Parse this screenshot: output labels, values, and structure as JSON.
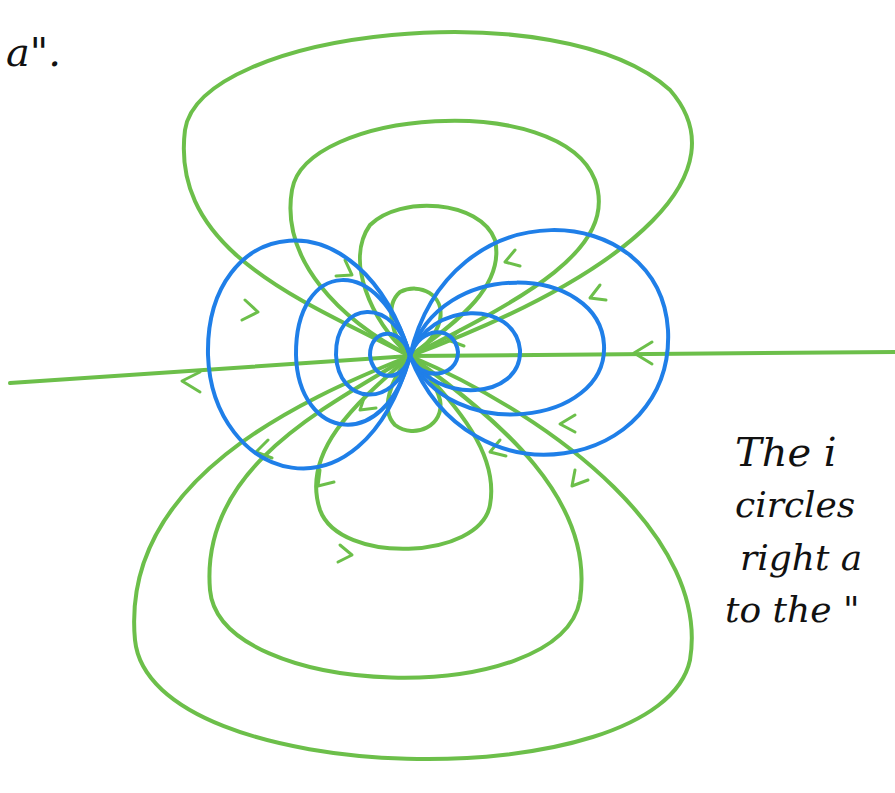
{
  "diagram": {
    "labels": [
      "a\".",
      "The i",
      "circles",
      "right a",
      "to the \""
    ]
  }
}
